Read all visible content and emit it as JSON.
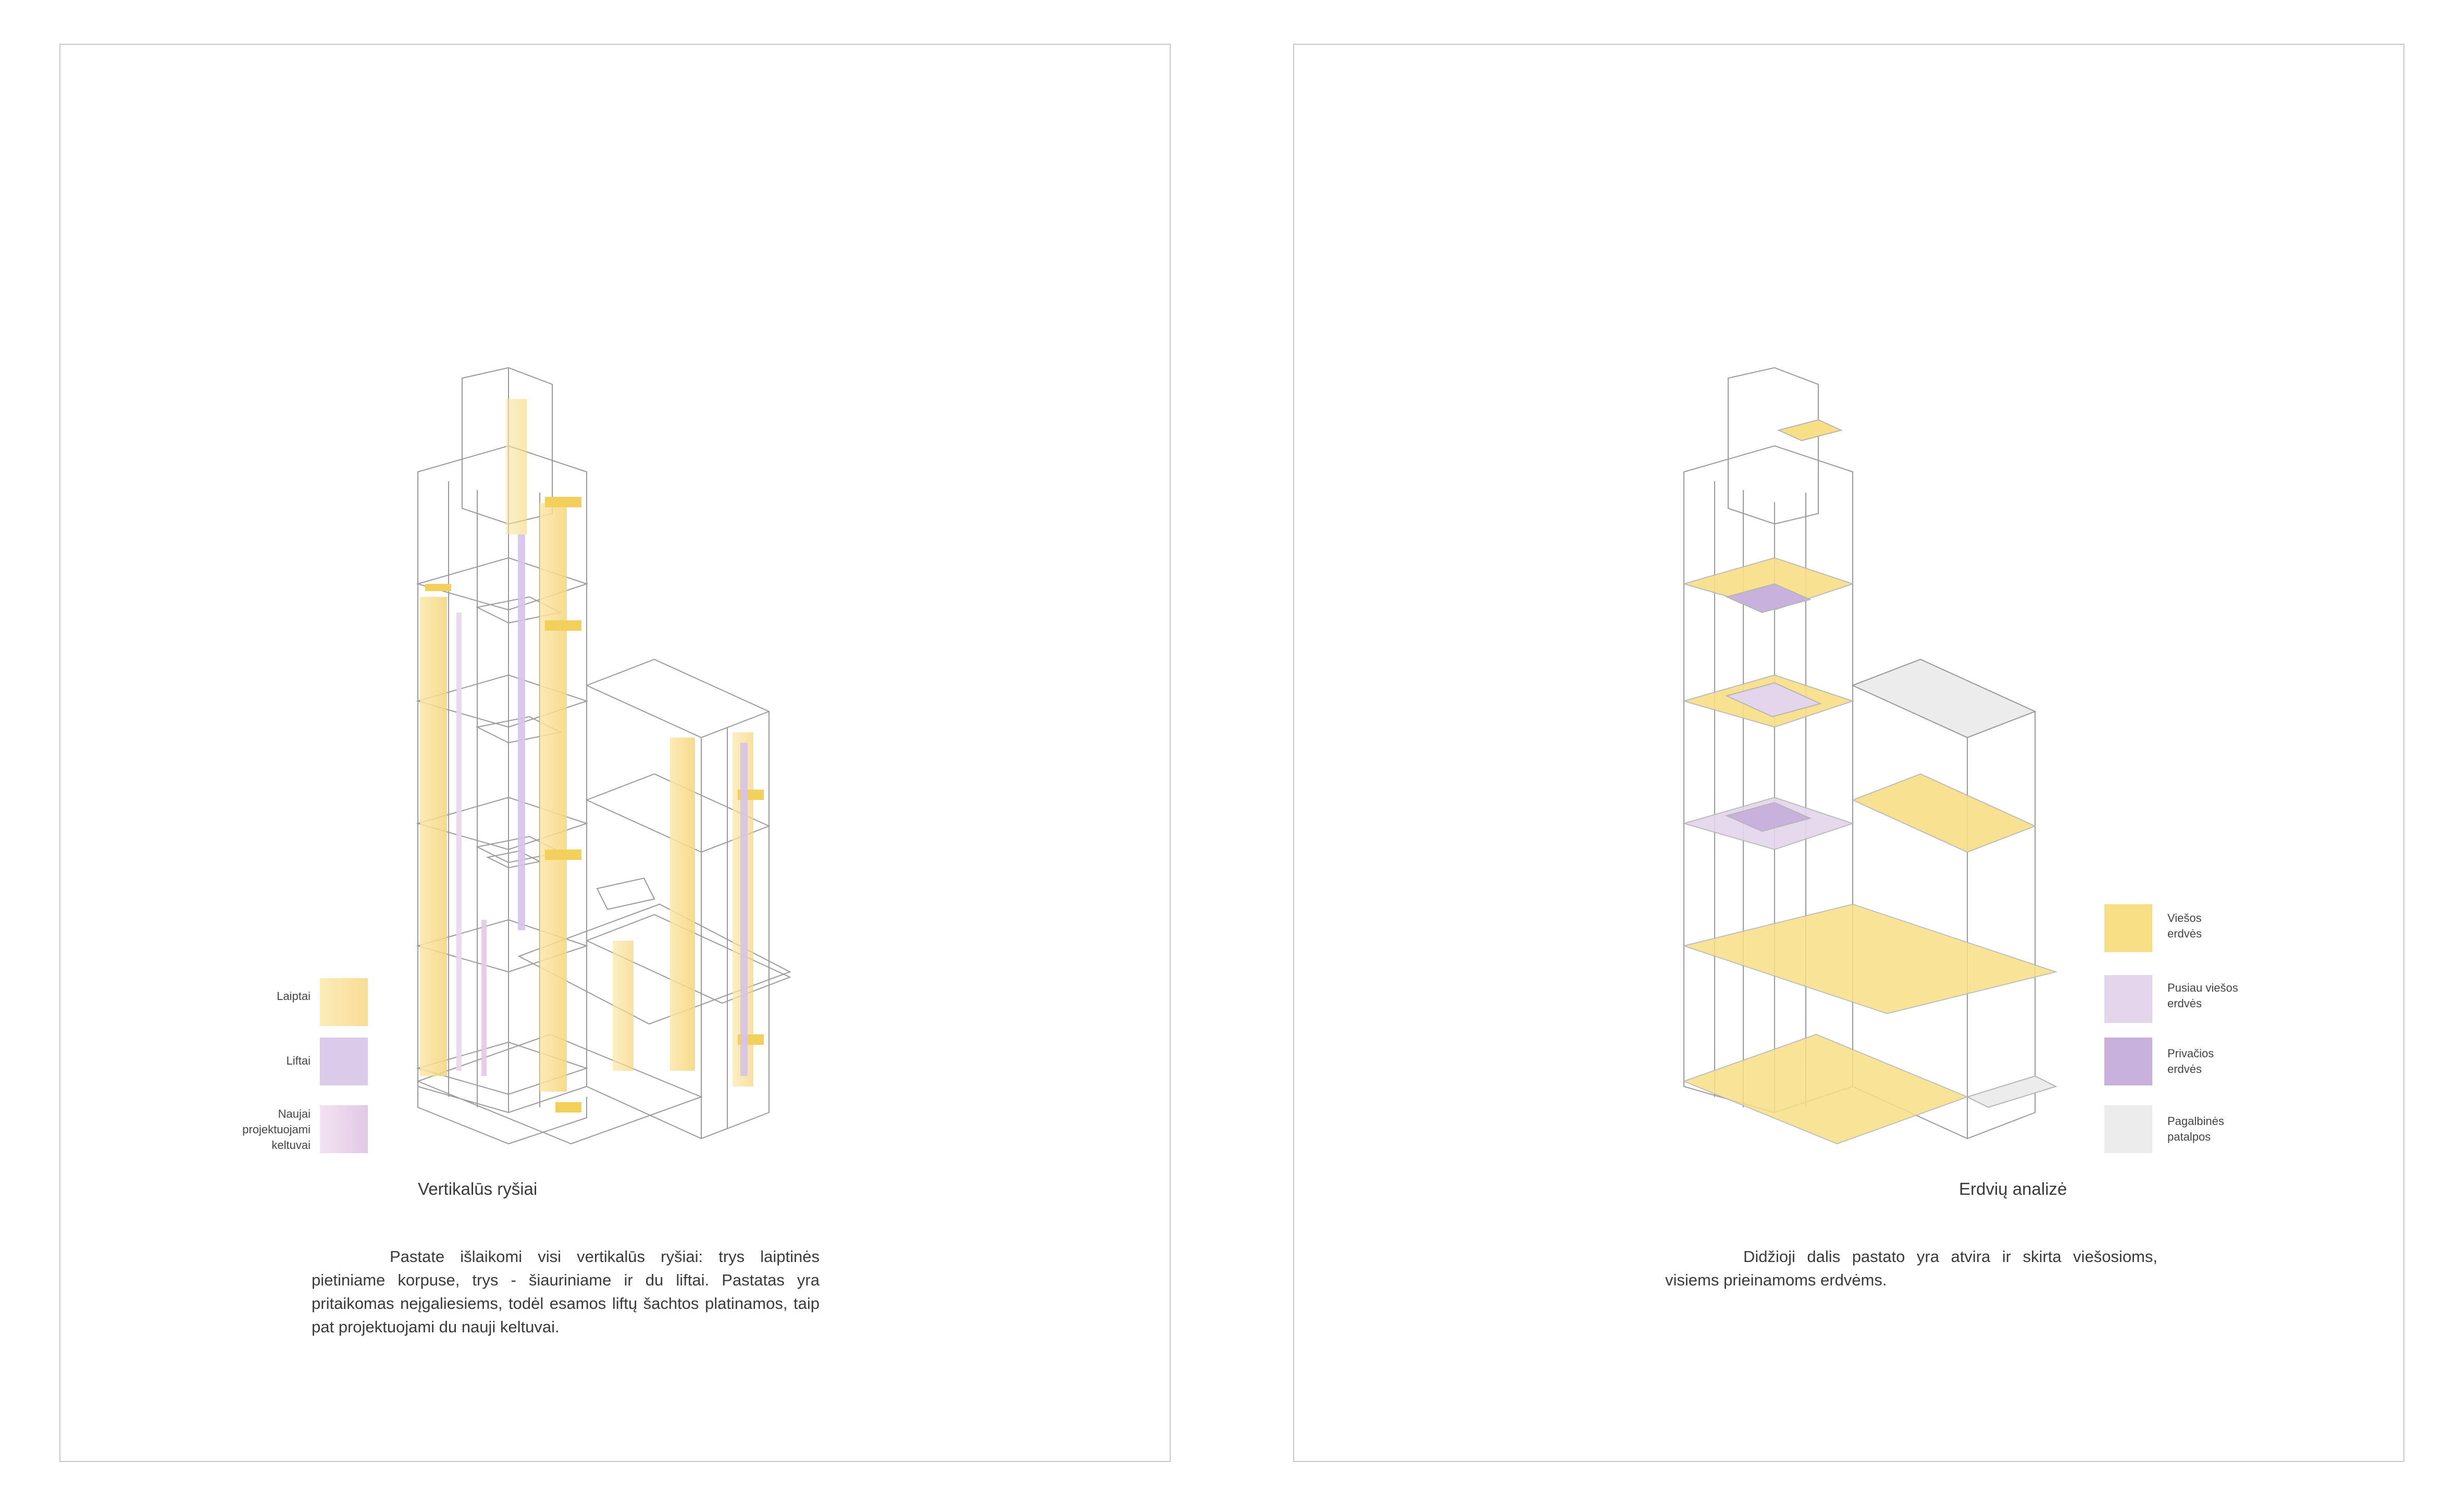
{
  "left_panel": {
    "caption": "Vertikalūs ryšiai",
    "description": "Pastate išlaikomi visi vertikalūs ryšiai: trys laiptinės pietiniame korpuse, trys - šiauriniame ir du liftai. Pastatas yra pritaikomas neįgaliesiems, todėl esamos liftų šachtos platinamos, taip pat projektuojami du nauji keltuvai.",
    "legend": [
      {
        "lines": [
          "Laiptai"
        ],
        "color": "#f5d97a"
      },
      {
        "lines": [
          "Liftai"
        ],
        "color": "#d8c6ea"
      },
      {
        "lines": [
          "Naujai",
          "projektuojami",
          "keltuvai"
        ],
        "color": "#e6cfe8"
      }
    ]
  },
  "right_panel": {
    "caption": "Erdvių analizė",
    "description": "Didžioji dalis pastato yra atvira ir skirta viešosioms, visiems prieinamoms erdvėms.",
    "legend": [
      {
        "lines": [
          "Viešos",
          "erdvės"
        ],
        "color": "#f8df86"
      },
      {
        "lines": [
          "Pusiau viešos",
          "erdvės"
        ],
        "color": "#e4d4ec"
      },
      {
        "lines": [
          "Privačios",
          "erdvės"
        ],
        "color": "#c9b1dd"
      },
      {
        "lines": [
          "Pagalbinės",
          "patalpos"
        ],
        "color": "#ececec"
      }
    ]
  }
}
